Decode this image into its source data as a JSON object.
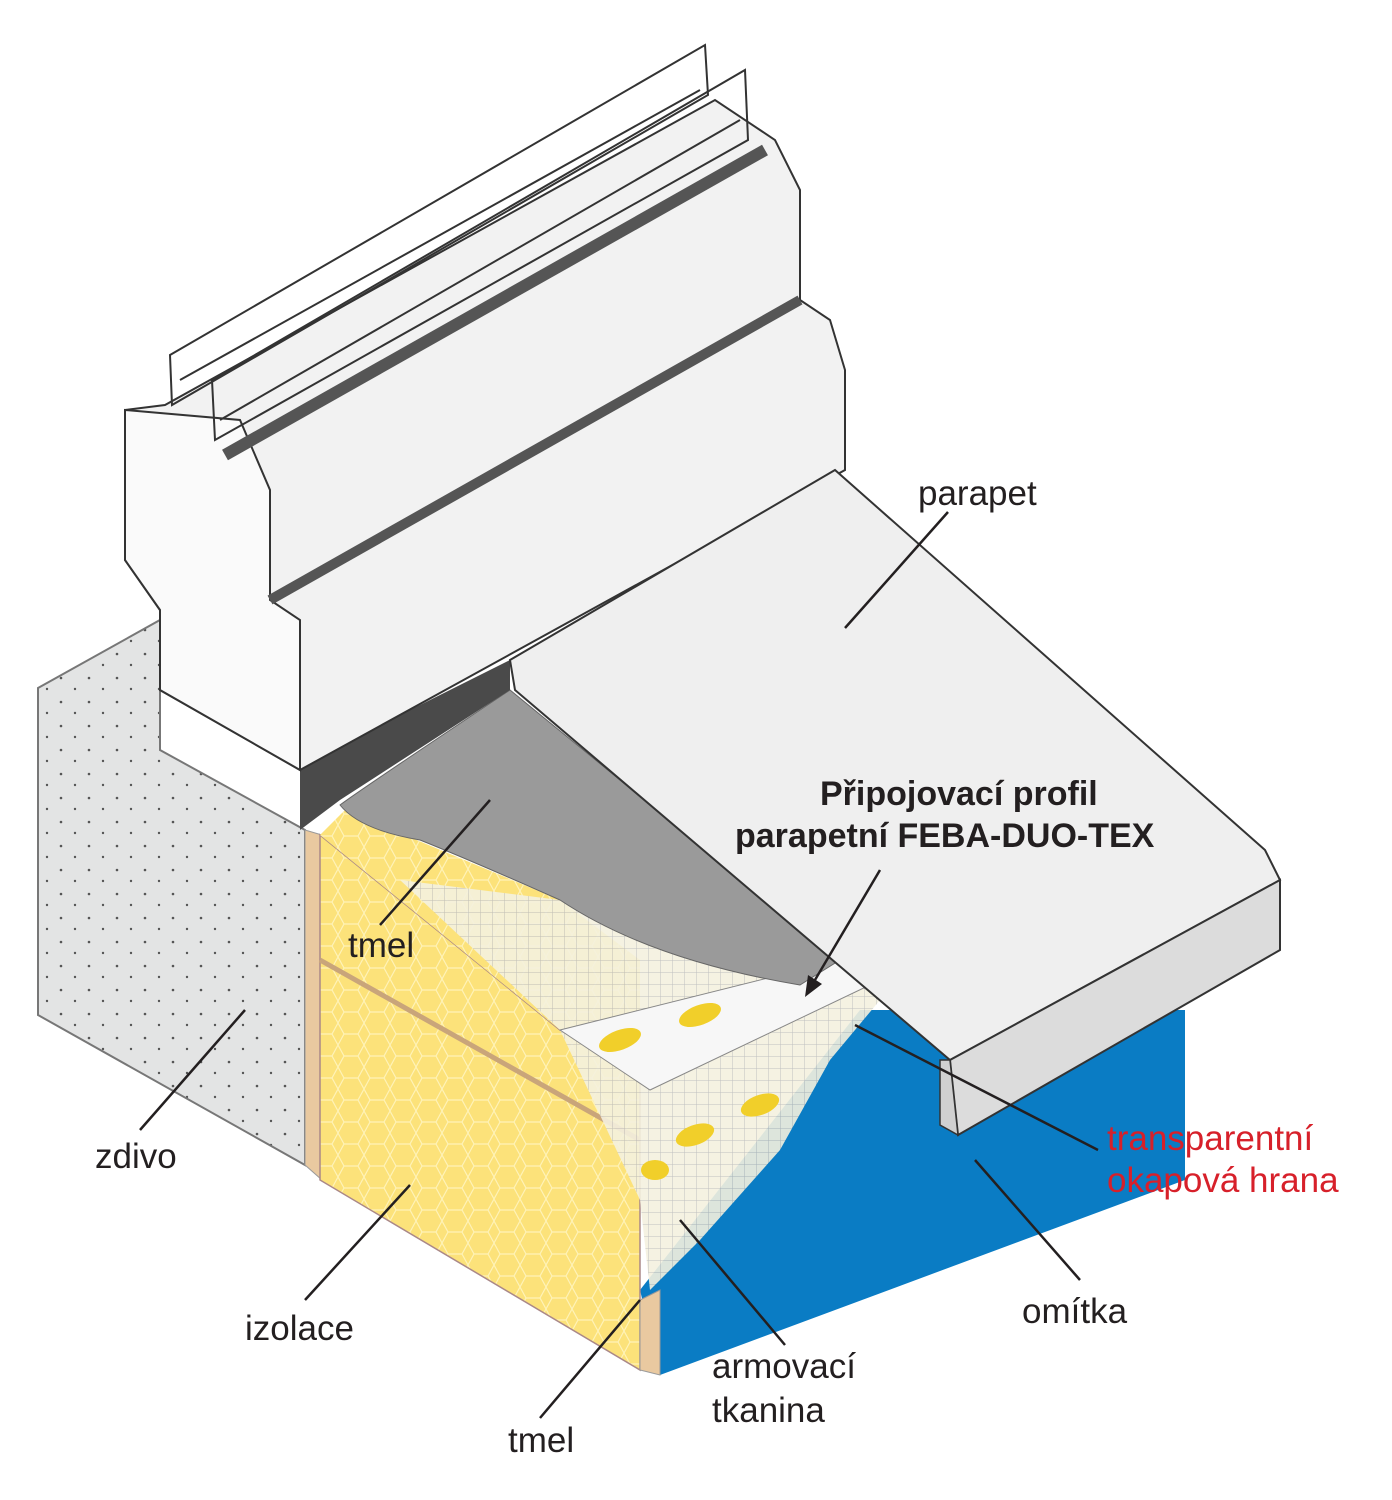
{
  "labels": {
    "parapet": "parapet",
    "profile_line1": "Připojovací profil",
    "profile_line2": "parapetní FEBA-DUO-TEX",
    "tmel_top": "tmel",
    "zdivo": "zdivo",
    "izolace": "izolace",
    "tmel_bottom": "tmel",
    "armovaci_line1": "armovací",
    "armovaci_line2": "tkanina",
    "omitka": "omítka",
    "drip_line1": "transparentní",
    "drip_line2": "okapová hrana"
  },
  "colors": {
    "insulation": "#fce27a",
    "render": "#0a7cc4",
    "sealant": "#9a9a9a",
    "highlight_label": "#d7202a"
  }
}
